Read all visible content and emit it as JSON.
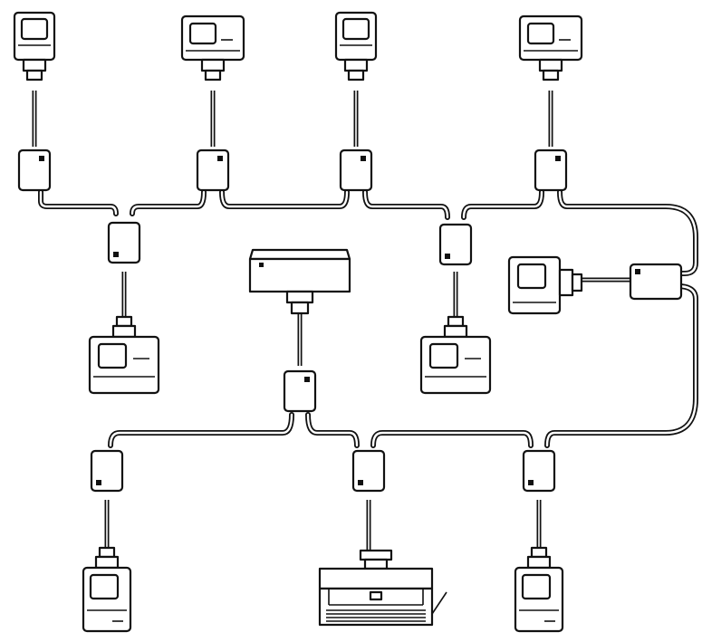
{
  "diagram": {
    "description_kind": "network-topology",
    "devices": [
      {
        "id": "mac-1",
        "kind": "compact-computer"
      },
      {
        "id": "mac-2",
        "kind": "wide-computer"
      },
      {
        "id": "mac-3",
        "kind": "compact-computer"
      },
      {
        "id": "mac-4",
        "kind": "wide-computer"
      },
      {
        "id": "mac-5",
        "kind": "compact-computer"
      },
      {
        "id": "mac-6",
        "kind": "wide-computer"
      },
      {
        "id": "mac-7",
        "kind": "wide-computer"
      },
      {
        "id": "mac-8",
        "kind": "compact-computer"
      },
      {
        "id": "mac-9",
        "kind": "compact-computer"
      },
      {
        "id": "server-1",
        "kind": "file-server"
      },
      {
        "id": "printer-1",
        "kind": "laser-printer"
      }
    ],
    "connectors": 12,
    "colors": {
      "line": "#111111",
      "background": "#ffffff"
    }
  }
}
